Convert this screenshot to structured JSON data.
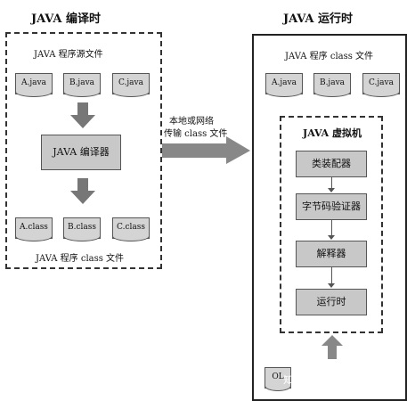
{
  "compile_time": {
    "title": "JAVA 编译时",
    "source_caption": "JAVA 程序源文件",
    "source_files": [
      "A.java",
      "B.java",
      "C.java"
    ],
    "compiler_label": "JAVA 编译器",
    "class_files": [
      "A.class",
      "B.class",
      "C.class"
    ],
    "class_caption": "JAVA 程序 class 文件"
  },
  "transfer": {
    "line1": "本地或网络",
    "line2": "传输 class 文件"
  },
  "runtime": {
    "title": "JAVA 运行时",
    "class_caption": "JAVA 程序 class 文件",
    "class_files": [
      "A.java",
      "B.java",
      "C.java"
    ],
    "jvm_title": "JAVA 虚拟机",
    "stages": [
      "类装配器",
      "字节码验证器",
      "解释器",
      "运行时"
    ],
    "bottom_file": "OL"
  },
  "watermark": "知乎 @Java架构笔记"
}
